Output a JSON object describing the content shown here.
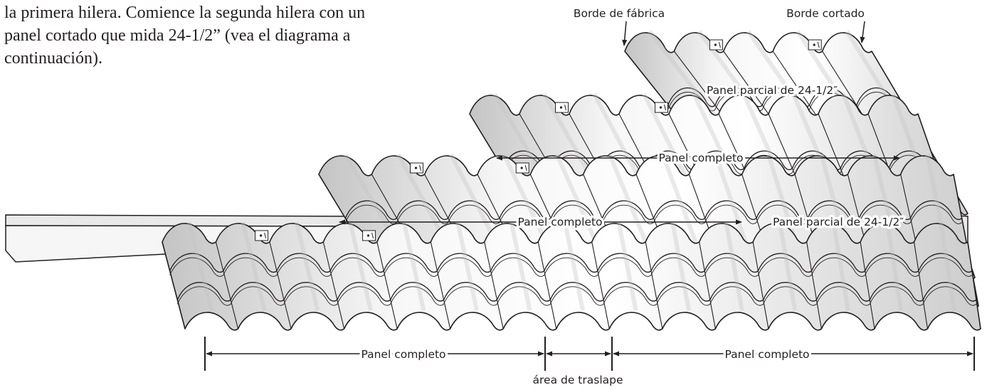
{
  "instructions": {
    "lines": [
      "la primera hilera. Comience la segunda hilera con un",
      "panel cortado que mida 24-1/2” (vea el diagrama a",
      "continuación)."
    ]
  },
  "diagram": {
    "labels": {
      "factory_edge": "Borde de fábrica",
      "cut_edge": "Borde cortado",
      "partial_panel_top": "Panel parcial de 24-1/2″",
      "full_panel_row3": "Panel completo",
      "full_panel_row2": "Panel completo",
      "partial_panel_row2": "Panel parcial de 24-1/2″",
      "full_panel_bottom_left": "Panel completo",
      "full_panel_bottom_right": "Panel completo",
      "overlap_area": "área de traslape"
    },
    "colors": {
      "line": "#231f20",
      "tile_light": "#fbfbfb",
      "tile_shade": "#c4c4c4",
      "batten": "#e9e9e9"
    }
  }
}
